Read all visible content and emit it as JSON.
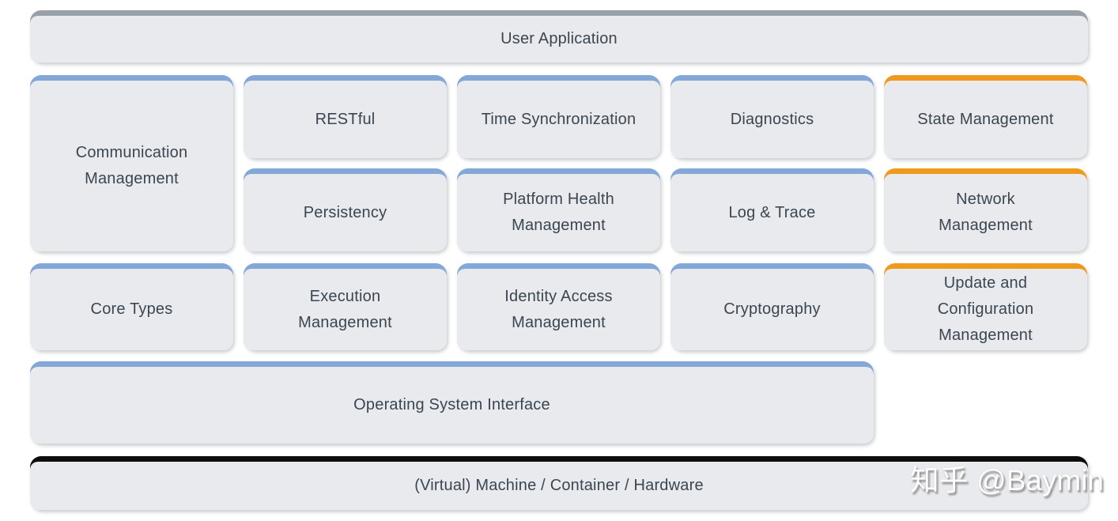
{
  "colors": {
    "blue": "#83a8d8",
    "orange": "#ef9a1d",
    "gray": "#98a0a8",
    "black": "#0d0d0d",
    "panel": "#e9eaee",
    "text": "#3b4650"
  },
  "blocks": [
    {
      "id": "user-application",
      "label": "User Application",
      "accent": "gray"
    },
    {
      "id": "communication-management",
      "label": "Communication Management",
      "accent": "blue"
    },
    {
      "id": "restful",
      "label": "RESTful",
      "accent": "blue"
    },
    {
      "id": "time-synchronization",
      "label": "Time Synchronization",
      "accent": "blue"
    },
    {
      "id": "diagnostics",
      "label": "Diagnostics",
      "accent": "blue"
    },
    {
      "id": "state-management",
      "label": "State Management",
      "accent": "orange"
    },
    {
      "id": "persistency",
      "label": "Persistency",
      "accent": "blue"
    },
    {
      "id": "platform-health-management",
      "label": "Platform Health Management",
      "accent": "blue"
    },
    {
      "id": "log-and-trace",
      "label": "Log & Trace",
      "accent": "blue"
    },
    {
      "id": "network-management",
      "label": "Network Management",
      "accent": "orange"
    },
    {
      "id": "core-types",
      "label": "Core Types",
      "accent": "blue"
    },
    {
      "id": "execution-management",
      "label": "Execution Management",
      "accent": "blue"
    },
    {
      "id": "identity-access-management",
      "label": "Identity Access Management",
      "accent": "blue"
    },
    {
      "id": "cryptography",
      "label": "Cryptography",
      "accent": "blue"
    },
    {
      "id": "update-and-configuration-management",
      "label": "Update and Configuration Management",
      "accent": "orange"
    },
    {
      "id": "operating-system-interface",
      "label": "Operating System Interface",
      "accent": "blue"
    },
    {
      "id": "virtual-machine-container-hardware",
      "label": "(Virtual) Machine / Container / Hardware",
      "accent": "black"
    }
  ],
  "watermark": {
    "text": "知乎 @Baymin"
  }
}
